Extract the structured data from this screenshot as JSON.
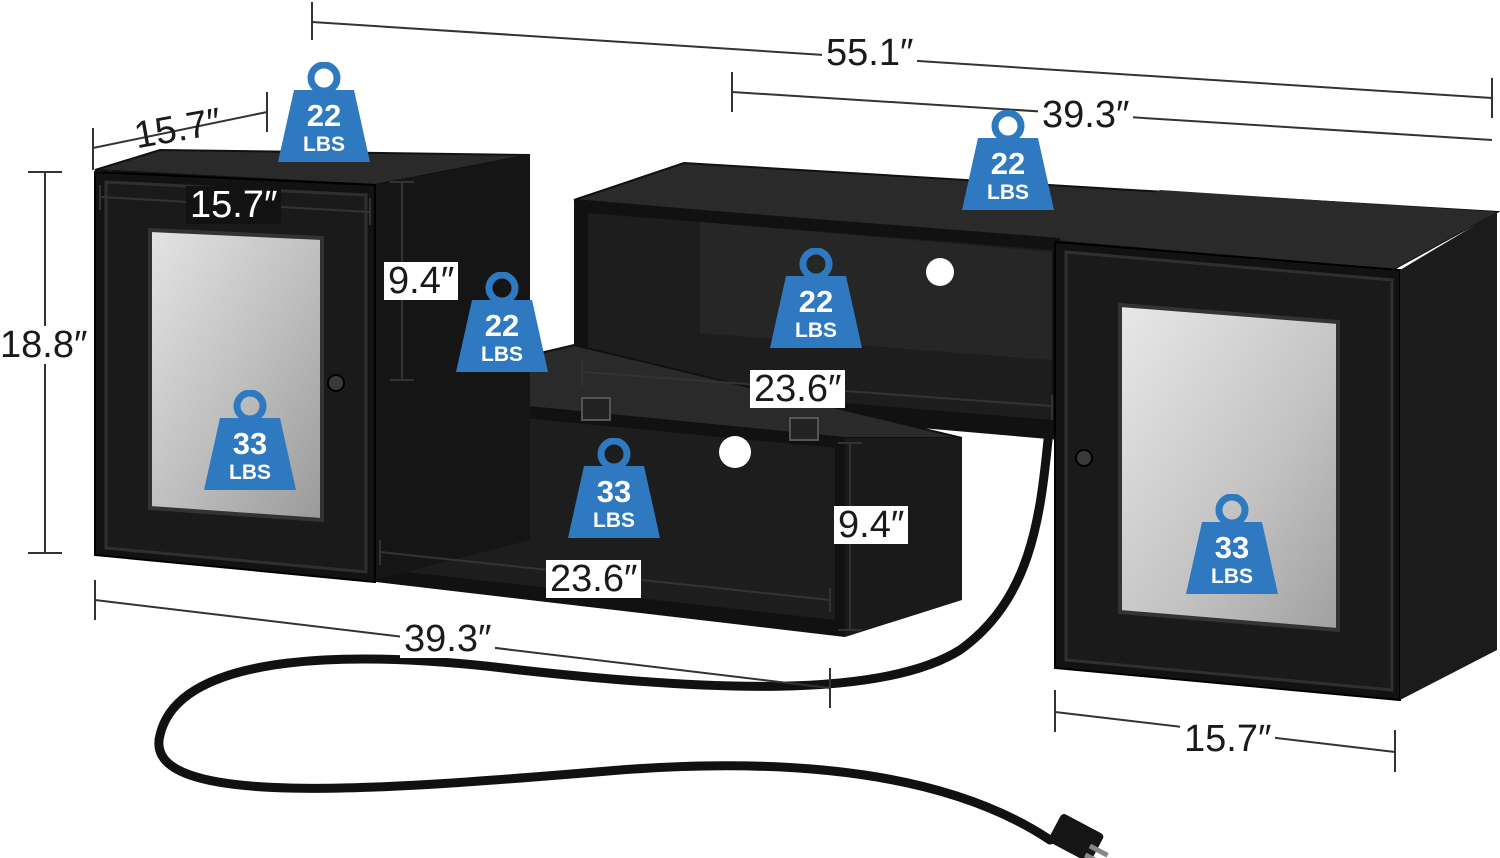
{
  "image": {
    "subject": "Black TV stand with two glass-door cabinets and open shelves",
    "accent_color": "#2f79c0",
    "dimensions": {
      "total_width": "55.1″",
      "top_unit_width": "39.3″",
      "bottom_unit_width": "39.3″",
      "left_cabinet_depth": "15.7″",
      "left_cabinet_width": "15.7″",
      "right_cabinet_width": "15.7″",
      "height": "18.8″",
      "upper_gap_height": "9.4″",
      "lower_shelf_height": "9.4″",
      "upper_shelf_width": "23.6″",
      "lower_shelf_width": "23.6″"
    },
    "weight_badges": [
      {
        "value": "22",
        "unit": "LBS",
        "icon": "weight-icon"
      },
      {
        "value": "22",
        "unit": "LBS",
        "icon": "weight-icon"
      },
      {
        "value": "22",
        "unit": "LBS",
        "icon": "weight-icon"
      },
      {
        "value": "22",
        "unit": "LBS",
        "icon": "weight-icon"
      },
      {
        "value": "33",
        "unit": "LBS",
        "icon": "weight-icon"
      },
      {
        "value": "33",
        "unit": "LBS",
        "icon": "weight-icon"
      },
      {
        "value": "33",
        "unit": "LBS",
        "icon": "weight-icon"
      }
    ]
  }
}
